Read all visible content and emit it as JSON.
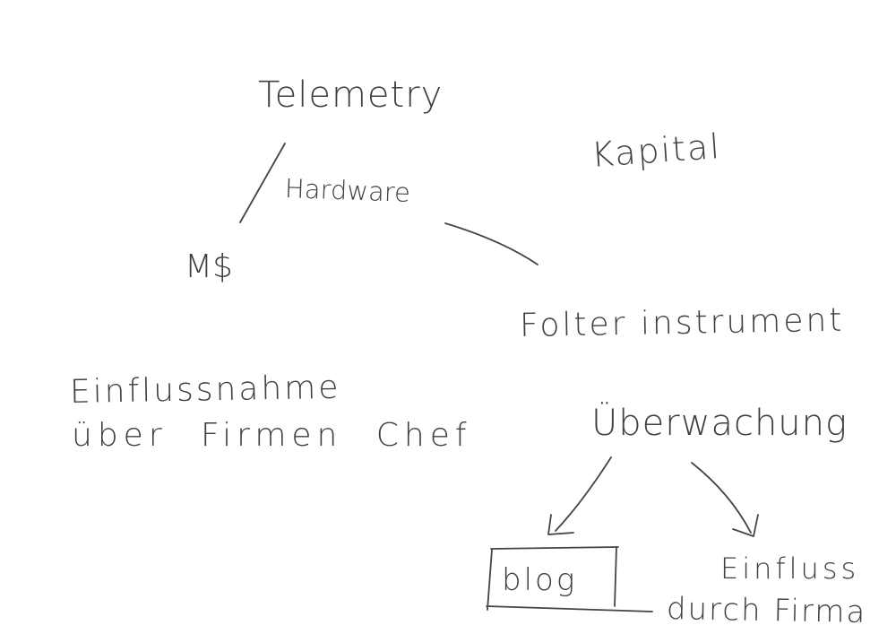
{
  "notes": {
    "telemetry": "Telemetry",
    "hardware": "Hardware",
    "kapital": "Kapital",
    "ms": "M$",
    "folter": "Folter instrument",
    "einflussnahme_line1": "Einflussnahme",
    "einflussnahme_line2": "über Firmen Chef",
    "ueberwachung": "Überwachung",
    "blog": "blog",
    "einfluss_line1": "Einfluss",
    "einfluss_line2": "durch Firma"
  },
  "colors": {
    "ink": "#3f3f3f",
    "background": "#ffffff"
  }
}
